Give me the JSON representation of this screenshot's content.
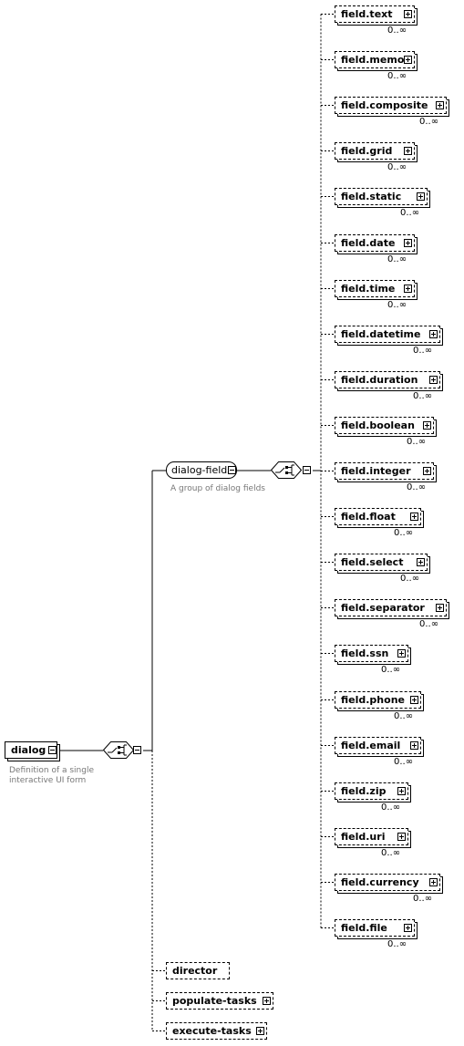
{
  "root": {
    "name": "dialog",
    "description_lines": [
      "Definition of a single",
      "interactive UI form"
    ]
  },
  "group": {
    "name": "dialog-fields",
    "description": "A group of dialog fields"
  },
  "fields": [
    {
      "name": "field.text",
      "multiplicity": "0..∞"
    },
    {
      "name": "field.memo",
      "multiplicity": "0..∞"
    },
    {
      "name": "field.composite",
      "multiplicity": "0..∞"
    },
    {
      "name": "field.grid",
      "multiplicity": "0..∞"
    },
    {
      "name": "field.static",
      "multiplicity": "0..∞"
    },
    {
      "name": "field.date",
      "multiplicity": "0..∞"
    },
    {
      "name": "field.time",
      "multiplicity": "0..∞"
    },
    {
      "name": "field.datetime",
      "multiplicity": "0..∞"
    },
    {
      "name": "field.duration",
      "multiplicity": "0..∞"
    },
    {
      "name": "field.boolean",
      "multiplicity": "0..∞"
    },
    {
      "name": "field.integer",
      "multiplicity": "0..∞"
    },
    {
      "name": "field.float",
      "multiplicity": "0..∞"
    },
    {
      "name": "field.select",
      "multiplicity": "0..∞"
    },
    {
      "name": "field.separator",
      "multiplicity": "0..∞"
    },
    {
      "name": "field.ssn",
      "multiplicity": "0..∞"
    },
    {
      "name": "field.phone",
      "multiplicity": "0..∞"
    },
    {
      "name": "field.email",
      "multiplicity": "0..∞"
    },
    {
      "name": "field.zip",
      "multiplicity": "0..∞"
    },
    {
      "name": "field.uri",
      "multiplicity": "0..∞"
    },
    {
      "name": "field.currency",
      "multiplicity": "0..∞"
    },
    {
      "name": "field.file",
      "multiplicity": "0..∞"
    }
  ],
  "bottom_items": [
    {
      "name": "director",
      "expandable": false
    },
    {
      "name": "populate-tasks",
      "expandable": true
    },
    {
      "name": "execute-tasks",
      "expandable": true
    }
  ],
  "icons": {
    "expand": "plus-box-icon",
    "collapse": "minus-box-icon",
    "compositor": "choice-compositor-icon"
  }
}
